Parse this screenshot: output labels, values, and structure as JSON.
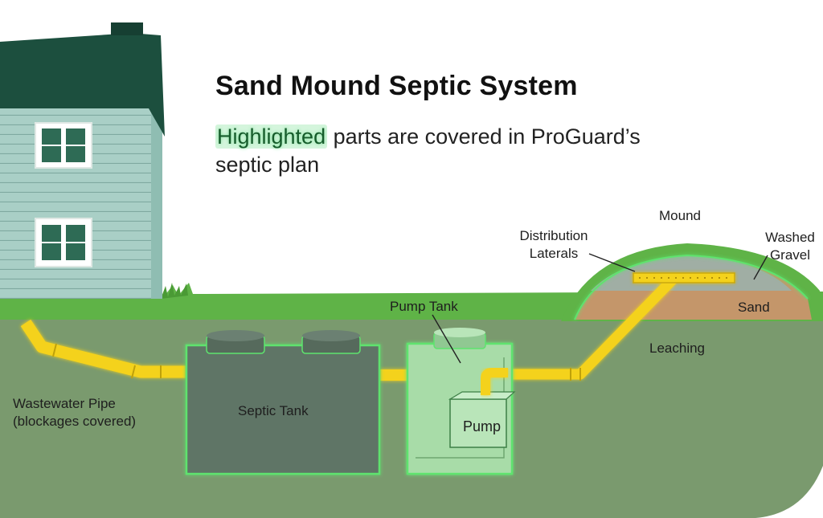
{
  "title": "Sand Mound Septic System",
  "subtitle": {
    "highlight": "Highlighted",
    "rest_line1": " parts are covered in ProGuard’s",
    "rest_line2": "septic plan"
  },
  "labels": {
    "mound": "Mound",
    "distribution_laterals_1": "Distribution",
    "distribution_laterals_2": "Laterals",
    "washed_gravel_1": "Washed",
    "washed_gravel_2": "Gravel",
    "sand": "Sand",
    "pump_tank": "Pump Tank",
    "leaching": "Leaching",
    "wastewater_pipe_1": "Wastewater Pipe",
    "wastewater_pipe_2": "(blockages covered)",
    "septic_tank": "Septic Tank",
    "pump": "Pump"
  },
  "colors": {
    "house_roof": "#1c4f3e",
    "house_siding": "#a9cfc6",
    "grass": "#5fb347",
    "soil": "#7a9a6e",
    "septic_tank": "#5f7466",
    "pump_tank": "#a8dca8",
    "highlight_outline": "#5ee36e",
    "pipe": "#f4d21c",
    "sand": "#c4966a",
    "gravel": "#a0aea4"
  }
}
